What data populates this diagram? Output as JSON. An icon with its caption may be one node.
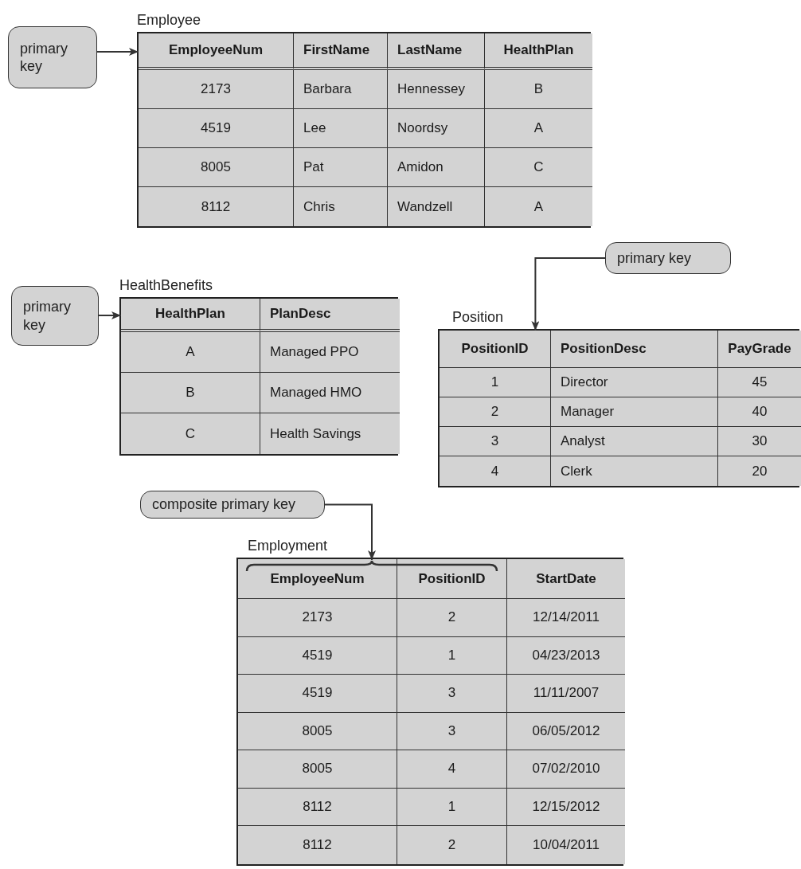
{
  "diagram": {
    "nodes": [
      {
        "text": [
          "primary key"
        ]
      },
      {
        "text": [
          "Employee"
        ]
      },
      {
        "text": [
          "EmployeeNum"
        ],
        "in": 1
      },
      {
        "text": [
          "primary key"
        ]
      },
      {
        "text": [
          "HealthBenefits"
        ]
      },
      {
        "text": [
          "HealthPlan"
        ],
        "in": 4
      },
      {
        "text": [
          "primary key"
        ]
      },
      {
        "text": [
          "Position"
        ]
      },
      {
        "text": [
          "PositionID"
        ],
        "in": 7
      },
      {
        "text": [
          "composite primary key"
        ]
      },
      {
        "text": [
          "Employment"
        ]
      },
      {
        "text": [],
        "shape": "bracket",
        "in": 10
      }
    ],
    "edges": [
      {
        "from": 0,
        "to": 2,
        "arrow": "to"
      },
      {
        "from": 3,
        "to": 5,
        "arrow": "to"
      },
      {
        "from": 6,
        "to": 8,
        "arrow": "to"
      },
      {
        "from": 9,
        "to": 11,
        "arrow": "to"
      }
    ],
    "labels": [
      "FirstName",
      "LastName",
      "HealthPlan",
      "2173",
      "Barbara",
      "Hennessey",
      "B",
      "4519",
      "Lee",
      "Noordsy",
      "A",
      "8005",
      "Pat",
      "Amidon",
      "C",
      "8112",
      "Chris",
      "Wandzell",
      "A",
      "PlanDesc",
      "A",
      "Managed PPO",
      "B",
      "Managed HMO",
      "C",
      "Health Savings",
      "PositionDesc",
      "PayGrade",
      "1",
      "Director",
      "45",
      "2",
      "Manager",
      "40",
      "3",
      "Analyst",
      "30",
      "4",
      "Clerk",
      "20",
      "EmployeeNum",
      "PositionID",
      "StartDate",
      "2173",
      "2",
      "12/14/2011",
      "4519",
      "1",
      "04/23/2013",
      "4519",
      "3",
      "11/11/2007",
      "8005",
      "3",
      "06/05/2012",
      "8005",
      "4",
      "07/02/2010",
      "8112",
      "1",
      "12/15/2012",
      "8112",
      "2",
      "10/04/2011"
    ]
  }
}
